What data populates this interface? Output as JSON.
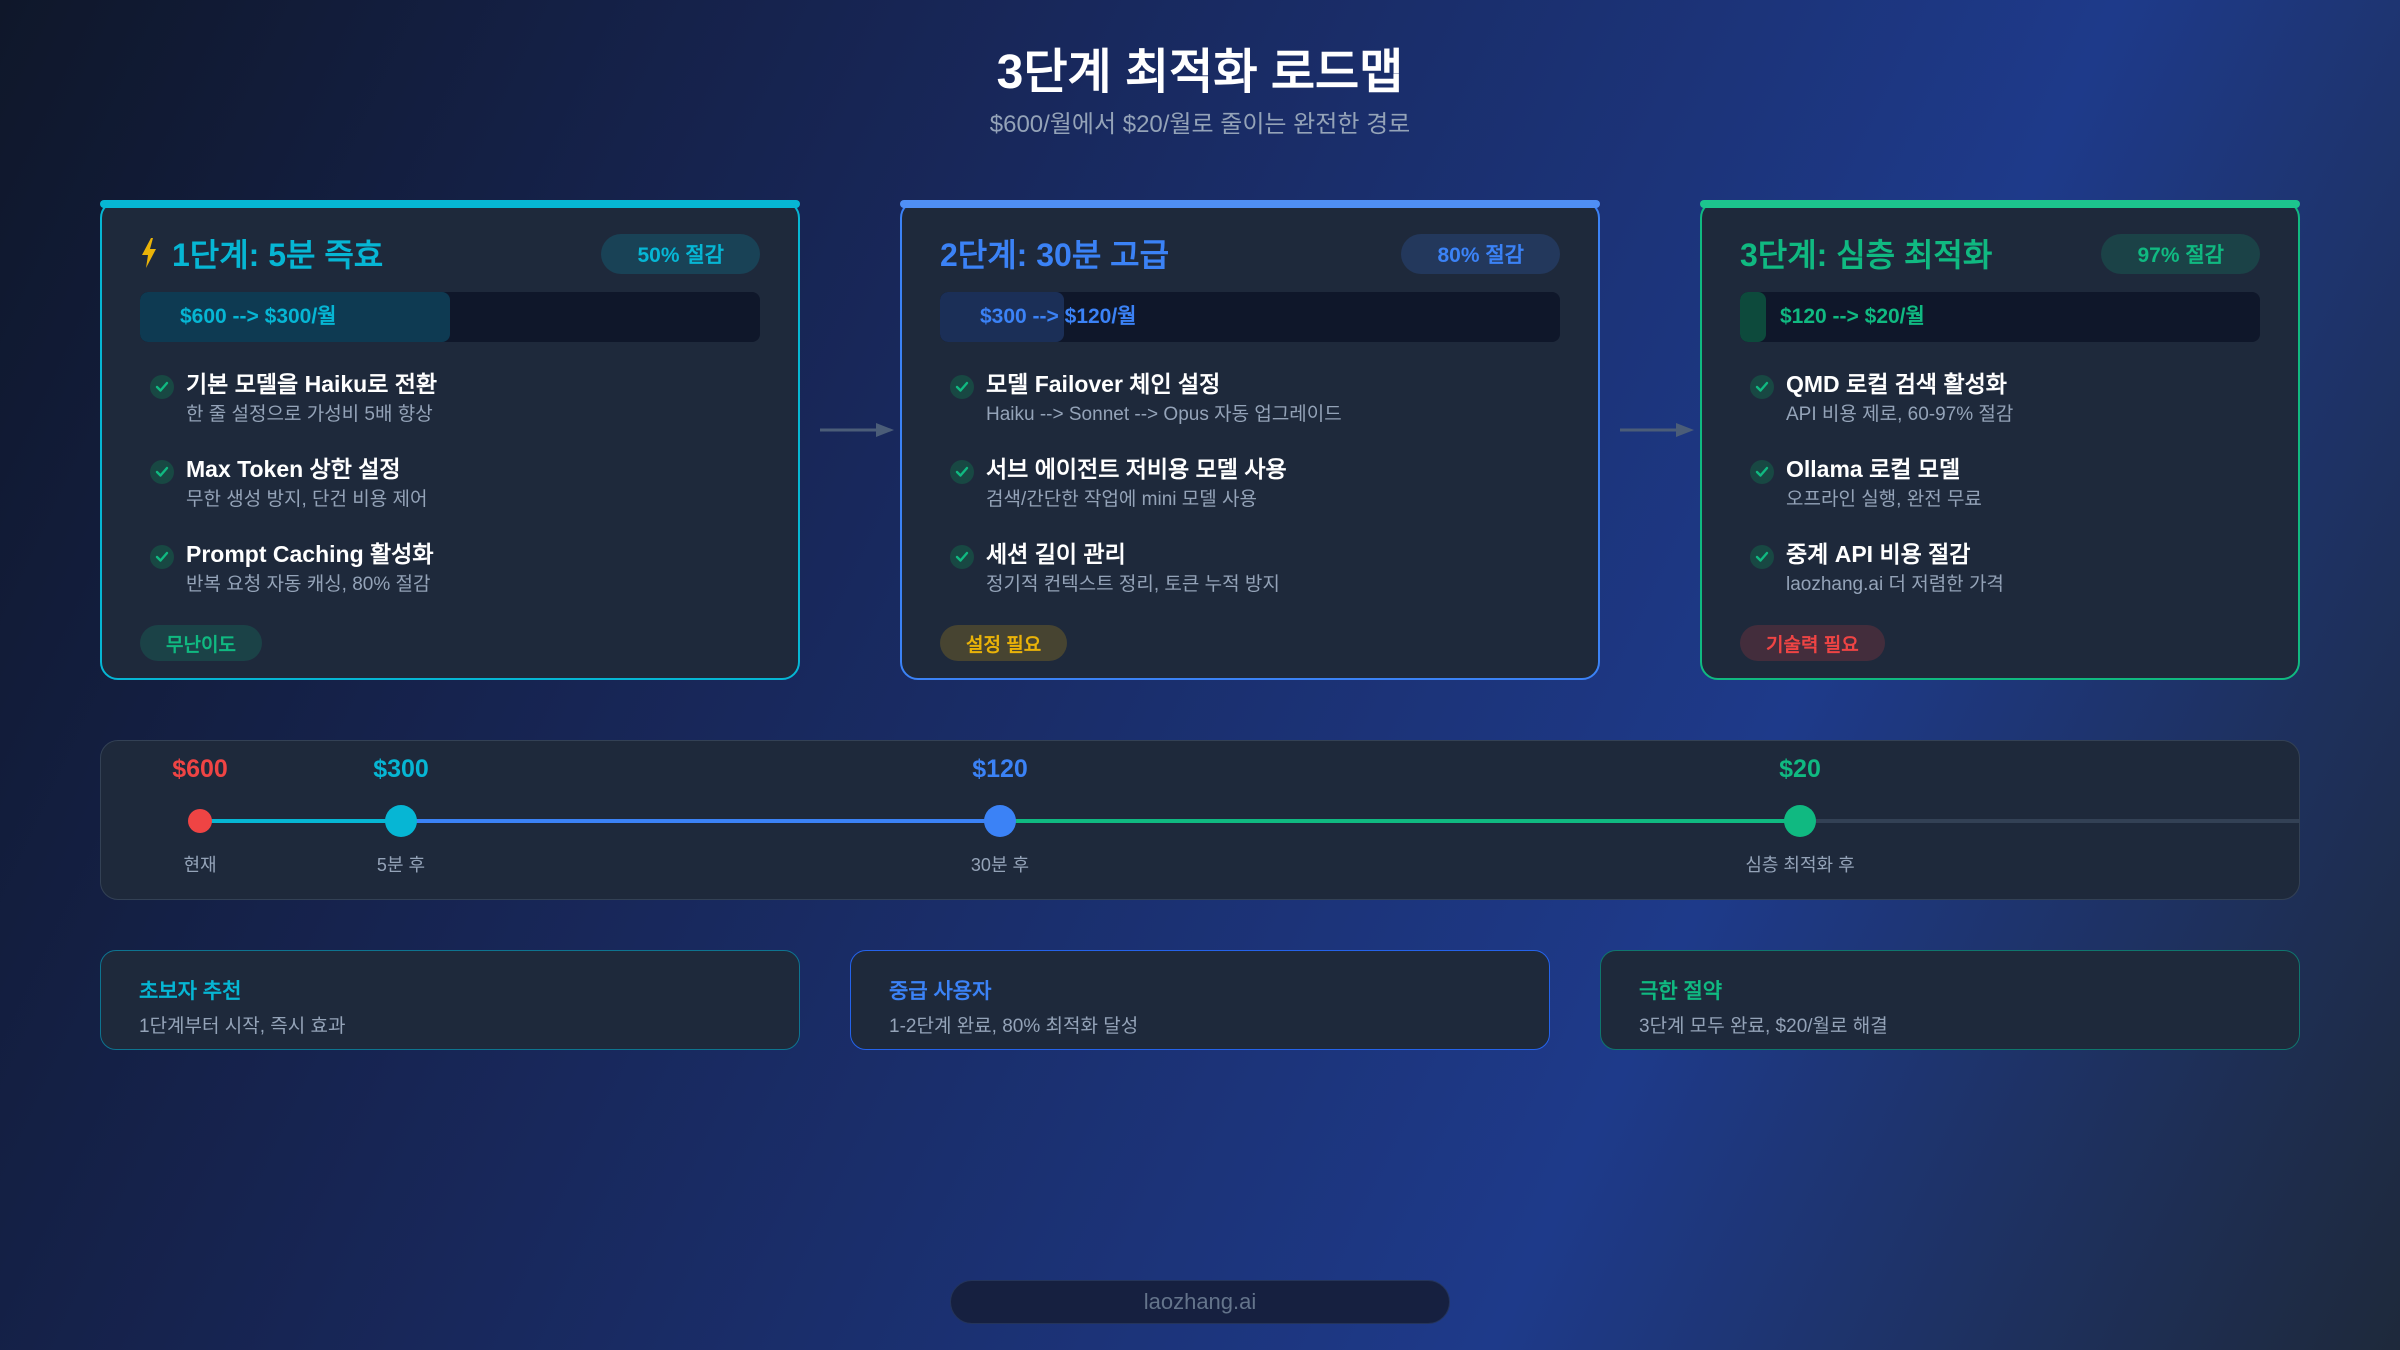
{
  "header": {
    "title": "3단계 최적화 로드맵",
    "subtitle": "$600/월에서 $20/월로 줄이는 완전한 경로"
  },
  "colors": {
    "stage1": "#06b6d4",
    "stage2": "#3b82f6",
    "stage3": "#10b981",
    "current": "#ef4444",
    "warning": "#eab308",
    "card_bg": "#1e293b",
    "muted_text": "#94a3b8"
  },
  "stages": [
    {
      "icon": "lightning-bolt-icon",
      "title": "1단계: 5분 즉효",
      "savings": "50% 절감",
      "progress_label": "$600 --> $300/월",
      "progress_percent": 50,
      "items": [
        {
          "title": "기본 모델을 Haiku로 전환",
          "desc": "한 줄 설정으로 가성비 5배 향상"
        },
        {
          "title": "Max Token 상한 설정",
          "desc": "무한 생성 방지, 단건 비용 제어"
        },
        {
          "title": "Prompt Caching 활성화",
          "desc": "반복 요청 자동 캐싱, 80% 절감"
        }
      ],
      "difficulty": "무난이도"
    },
    {
      "title": "2단계: 30분 고급",
      "savings": "80% 절감",
      "progress_label": "$300 --> $120/월",
      "progress_percent": 20,
      "items": [
        {
          "title": "모델 Failover 체인 설정",
          "desc": "Haiku --> Sonnet --> Opus 자동 업그레이드"
        },
        {
          "title": "서브 에이전트 저비용 모델 사용",
          "desc": "검색/간단한 작업에 mini 모델 사용"
        },
        {
          "title": "세션 길이 관리",
          "desc": "정기적 컨텍스트 정리, 토큰 누적 방지"
        }
      ],
      "difficulty": "설정 필요"
    },
    {
      "title": "3단계: 심층 최적화",
      "savings": "97% 절감",
      "progress_label": "$120 --> $20/월",
      "progress_percent": 5,
      "items": [
        {
          "title": "QMD 로컬 검색 활성화",
          "desc": "API 비용 제로, 60-97% 절감"
        },
        {
          "title": "Ollama 로컬 모델",
          "desc": "오프라인 실행, 완전 무료"
        },
        {
          "title": "중계 API 비용 절감",
          "desc": "laozhang.ai 더 저렴한 가격"
        }
      ],
      "difficulty": "기술력 필요"
    }
  ],
  "timeline": {
    "points": [
      {
        "price": "$600",
        "label": "현재"
      },
      {
        "price": "$300",
        "label": "5분 후"
      },
      {
        "price": "$120",
        "label": "30분 후"
      },
      {
        "price": "$20",
        "label": "심층 최적화 후"
      }
    ]
  },
  "tiers": [
    {
      "title": "초보자 추천",
      "desc": "1단계부터 시작, 즉시 효과"
    },
    {
      "title": "중급 사용자",
      "desc": "1-2단계 완료, 80% 최적화 달성"
    },
    {
      "title": "극한 절약",
      "desc": "3단계 모두 완료, $20/월로 해결"
    }
  ],
  "footer": {
    "brand": "laozhang.ai"
  }
}
